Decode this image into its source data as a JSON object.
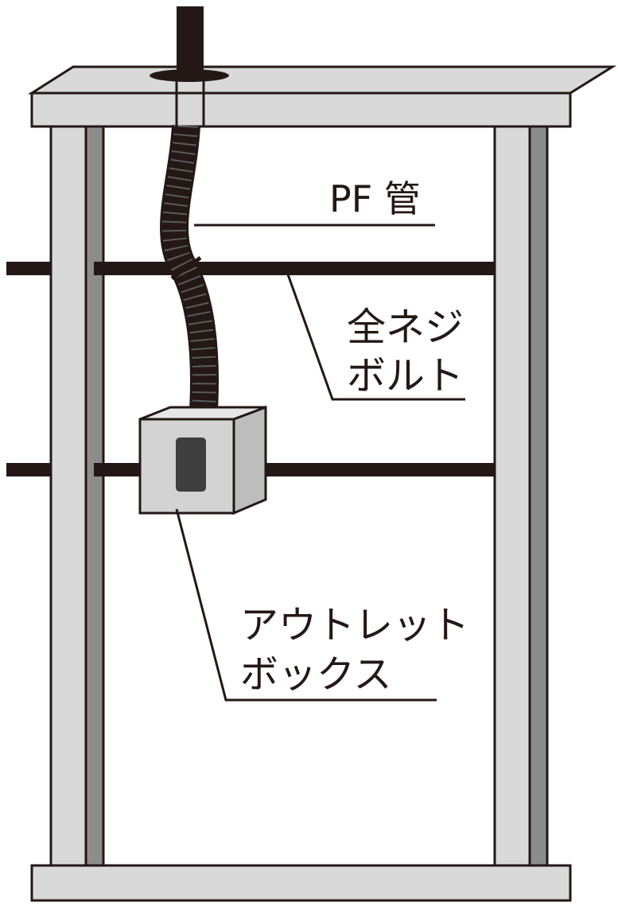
{
  "labels": {
    "pf_pipe": "PF 管",
    "full_thread_bolt_line1": "全ネジ",
    "full_thread_bolt_line2": "ボルト",
    "outlet_box_line1": "アウトレット",
    "outlet_box_line2": "ボックス"
  },
  "colors": {
    "outline": "#231815",
    "frame_light": "#d9d9d9",
    "frame_dark": "#8c8c8c",
    "box_face": "#d3d3d3",
    "box_top": "#e6e6e6",
    "box_side": "#bdbdbd",
    "box_window": "#3e3e3e",
    "bolt": "#231815"
  }
}
